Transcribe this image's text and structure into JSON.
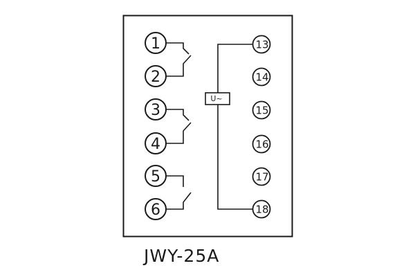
{
  "model_label": "JWY-25A",
  "coil_label": "U~",
  "terminals_left": [
    "1",
    "2",
    "3",
    "4",
    "5",
    "6"
  ],
  "terminals_right": [
    "13",
    "14",
    "15",
    "16",
    "17",
    "18"
  ],
  "colors": {
    "line": "#1a1a1a",
    "background": "#ffffff"
  }
}
